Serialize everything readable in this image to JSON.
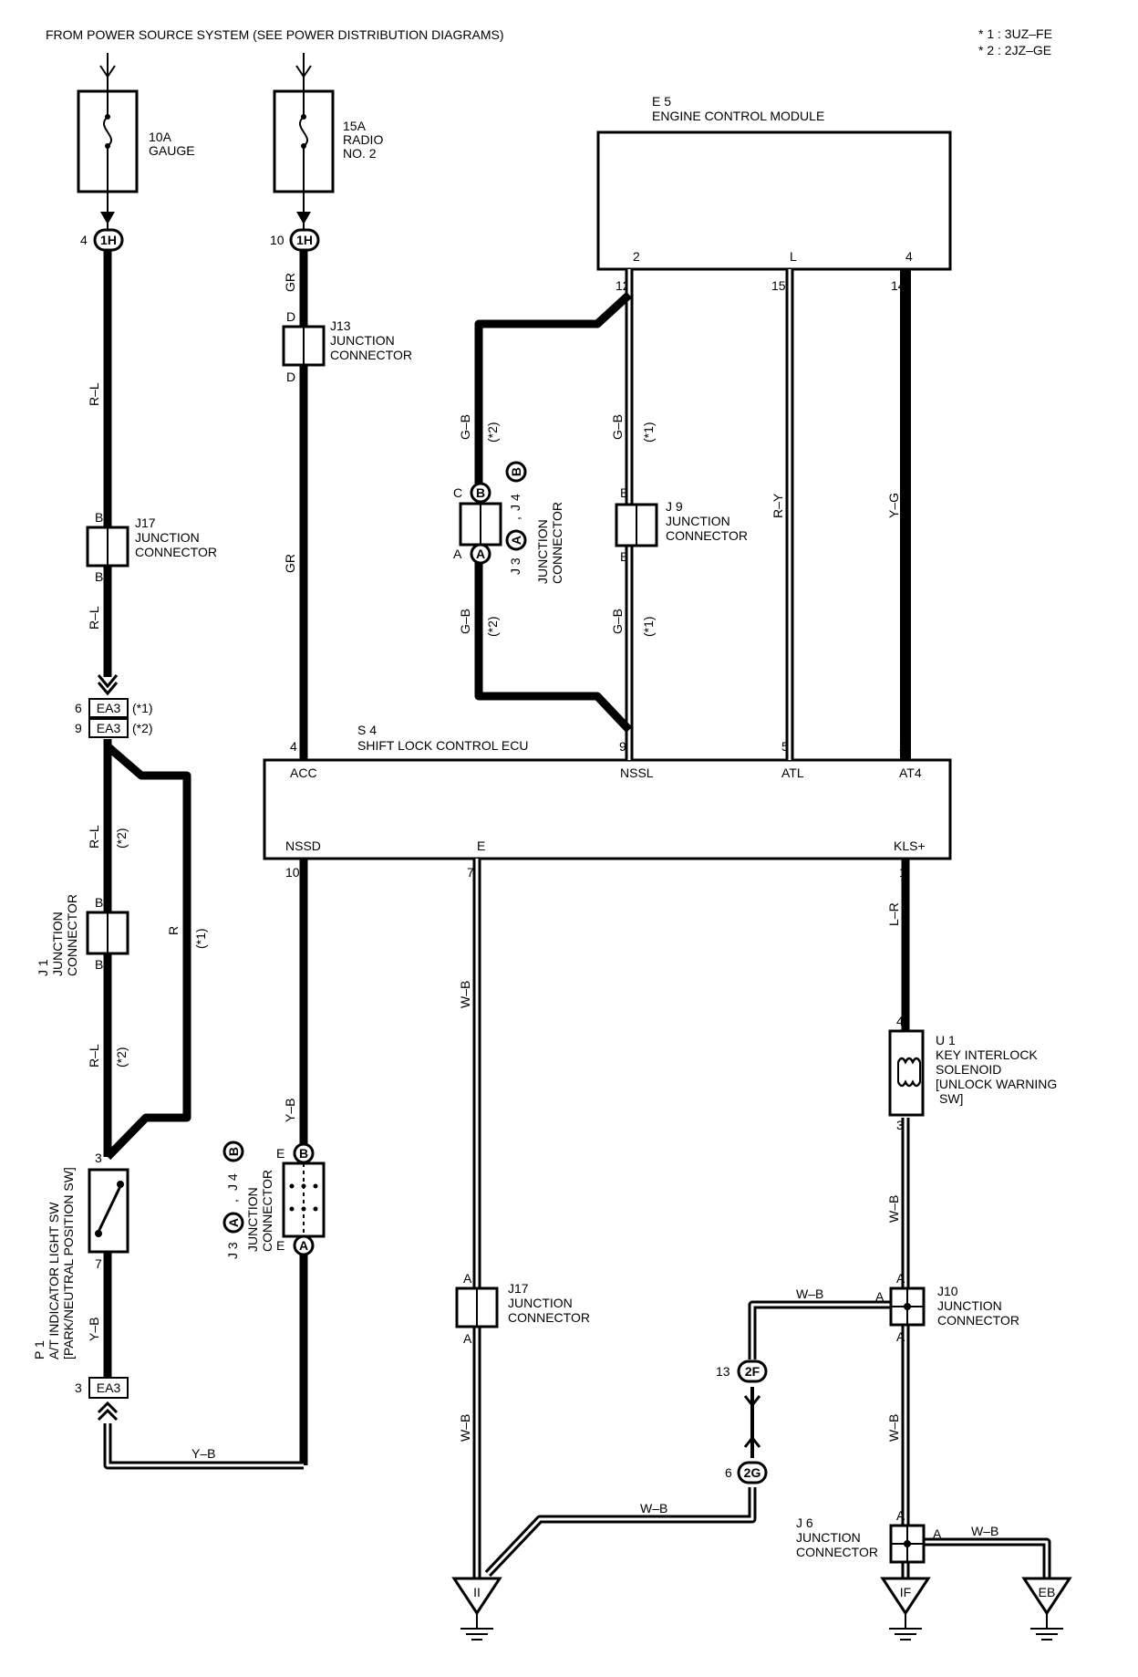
{
  "header": {
    "source": "FROM POWER SOURCE SYSTEM (SEE POWER DISTRIBUTION DIAGRAMS)",
    "note1": "* 1 : 3UZ–FE",
    "note2": "* 2 : 2JZ–GE"
  },
  "fuses": {
    "gauge": {
      "l1": "10A",
      "l2": "GAUGE"
    },
    "radio": {
      "l1": "15A",
      "l2": "RADIO",
      "l3": "NO. 2"
    }
  },
  "ecm": {
    "code": "E 5",
    "name": "ENGINE CONTROL MODULE",
    "pins": {
      "p2": "2",
      "pL": "L",
      "p4": "4"
    },
    "wpins": {
      "p12": "12",
      "p15": "15",
      "p14": "14"
    }
  },
  "ecu": {
    "code": "S 4",
    "name": "SHIFT LOCK CONTROL ECU",
    "top": {
      "acc": "ACC",
      "nssl": "NSSL",
      "atl": "ATL",
      "at4": "AT4"
    },
    "bot": {
      "nssd": "NSSD",
      "e": "E",
      "kls": "KLS+"
    },
    "pins": {
      "p4": "4",
      "p9": "9",
      "p5": "5",
      "p2": "2",
      "p10": "10",
      "p7": "7",
      "p1": "1"
    }
  },
  "connectors": {
    "ih": "1H",
    "pin4": "4",
    "pin10": "10",
    "ea3": "EA3",
    "pin6": "6",
    "pin9": "9",
    "pin3": "3",
    "star1": "(*1)",
    "star2": "(*2)",
    "f2": "2F",
    "g2": "2G",
    "pin13": "13",
    "pin6b": "6",
    "ii": "II",
    "iff": "IF",
    "eb": "EB"
  },
  "junctions": {
    "j13": {
      "code": "J13",
      "l1": "JUNCTION",
      "l2": "CONNECTOR",
      "pin": "D"
    },
    "j17a": {
      "code": "J17",
      "l1": "JUNCTION",
      "l2": "CONNECTOR",
      "pin": "B"
    },
    "j1": {
      "code": "J 1",
      "l1": "JUNCTION",
      "l2": "CONNECTOR",
      "pin": "B"
    },
    "j9": {
      "code": "J 9",
      "l1": "JUNCTION",
      "l2": "CONNECTOR",
      "pin": "B"
    },
    "j34a": {
      "code": "J 3",
      "sep": ",",
      "code2": "J 4",
      "l1": "JUNCTION",
      "l2": "CONNECTOR",
      "a": "A",
      "b": "B",
      "c": "C"
    },
    "j34b": {
      "code": "J 3",
      "sep": ",",
      "code2": "J 4",
      "l1": "JUNCTION",
      "l2": "CONNECTOR",
      "a": "A",
      "b": "B",
      "e": "E"
    },
    "j17b": {
      "code": "J17",
      "l1": "JUNCTION",
      "l2": "CONNECTOR",
      "pin": "A"
    },
    "j10": {
      "code": "J10",
      "l1": "JUNCTION",
      "l2": "CONNECTOR",
      "pin": "A"
    },
    "j6": {
      "code": "J 6",
      "l1": "JUNCTION",
      "l2": "CONNECTOR",
      "pin": "A"
    }
  },
  "switch": {
    "code": "P 1",
    "l1": "A/T INDICATOR LIGHT SW",
    "l2": "[PARK/NEUTRAL POSITION SW]",
    "p3": "3",
    "p7": "7"
  },
  "solenoid": {
    "code": "U 1",
    "l1": "KEY INTERLOCK",
    "l2": "SOLENOID",
    "l3": "[UNLOCK WARNING",
    "l4": "SW]",
    "p4": "4",
    "p3": "3"
  },
  "wires": {
    "rl": "R–L",
    "gr": "GR",
    "r": "R",
    "yb": "Y–B",
    "gb": "G–B",
    "ry": "R–Y",
    "yg": "Y–G",
    "wb": "W–B",
    "lr": "L–R"
  }
}
